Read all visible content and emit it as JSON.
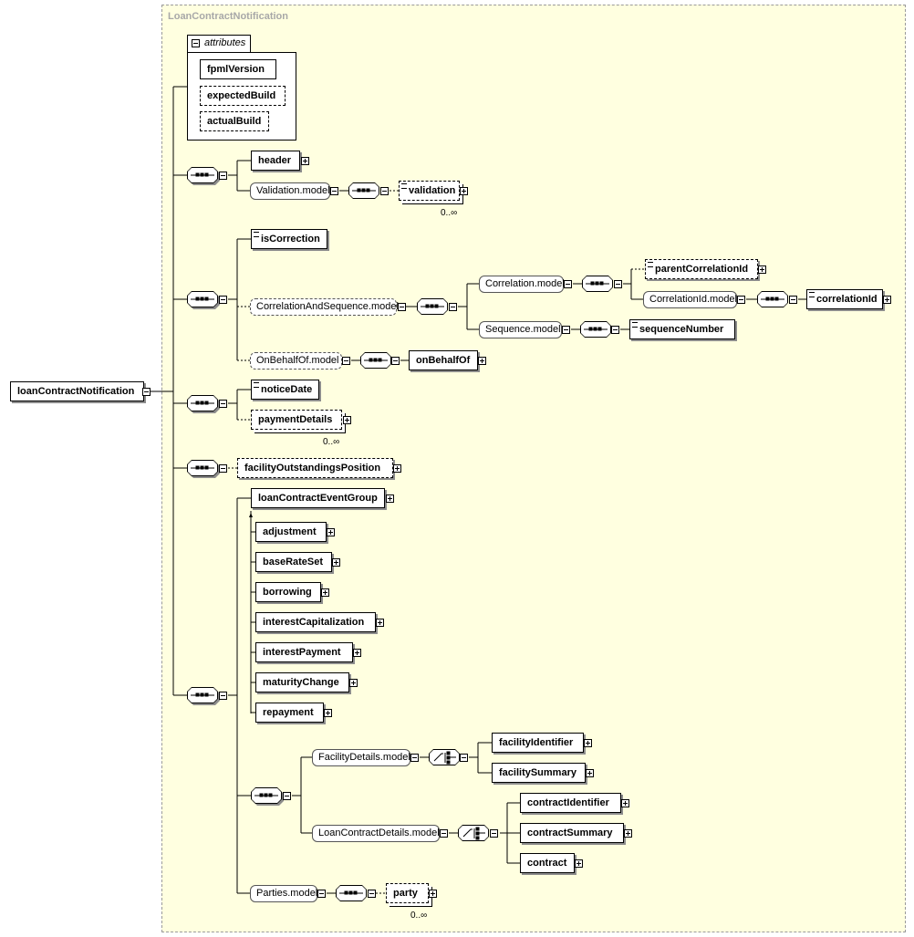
{
  "diagram": {
    "group_title": "LoanContractNotification",
    "root": "loanContractNotification",
    "attributes": {
      "label": "attributes",
      "items": [
        "fpmlVersion",
        "expectedBuild",
        "actualBuild"
      ]
    },
    "elements": {
      "header": "header",
      "validation_model": "Validation.model",
      "validation": "validation",
      "validation_card": "0..∞",
      "isCorrection": "isCorrection",
      "correlation_and_sequence_model": "CorrelationAndSequence.model",
      "correlation_model": "Correlation.model",
      "parentCorrelationId": "parentCorrelationId",
      "correlationId_model": "CorrelationId.model",
      "correlationId": "correlationId",
      "sequence_model": "Sequence.model",
      "sequenceNumber": "sequenceNumber",
      "onBehalfOf_model": "OnBehalfOf.model",
      "onBehalfOf": "onBehalfOf",
      "noticeDate": "noticeDate",
      "paymentDetails": "paymentDetails",
      "paymentDetails_card": "0..∞",
      "facilityOutstandingsPosition": "facilityOutstandingsPosition",
      "loanContractEventGroup": "loanContractEventGroup",
      "event_members": [
        "adjustment",
        "baseRateSet",
        "borrowing",
        "interestCapitalization",
        "interestPayment",
        "maturityChange",
        "repayment"
      ],
      "facilityDetails_model": "FacilityDetails.model",
      "facilityIdentifier": "facilityIdentifier",
      "facilitySummary": "facilitySummary",
      "loanContractDetails_model": "LoanContractDetails.model",
      "contractIdentifier": "contractIdentifier",
      "contractSummary": "contractSummary",
      "contract": "contract",
      "parties_model": "Parties.model",
      "party": "party",
      "party_card": "0..∞"
    }
  },
  "colors": {
    "group_fill": "#ffffe0",
    "group_title": "#a8a8a8",
    "line": "#000000",
    "shadow": "#8c8c8c"
  }
}
